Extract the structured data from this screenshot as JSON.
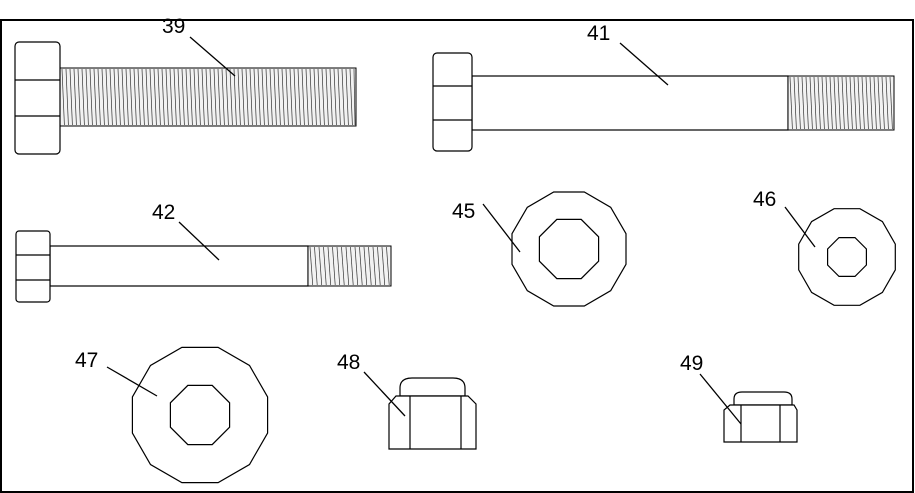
{
  "callouts": {
    "p39": "39",
    "p41": "41",
    "p42": "42",
    "p45": "45",
    "p46": "46",
    "p47": "47",
    "p48": "48",
    "p49": "49"
  }
}
